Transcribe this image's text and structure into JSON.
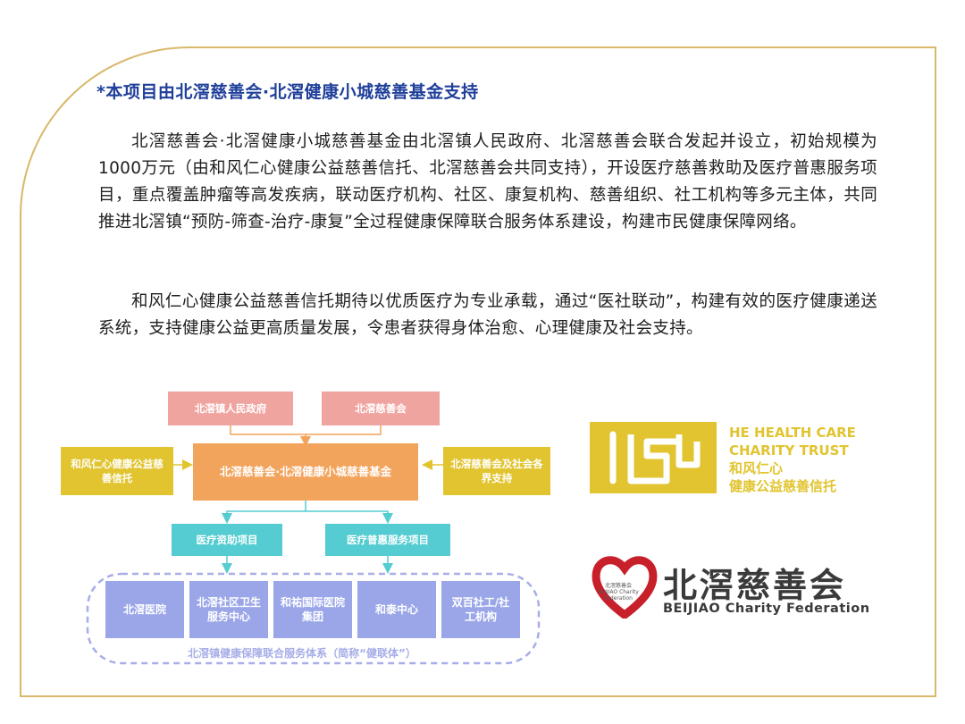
{
  "note": "*本项目由北滘慈善会·北滘健康小城慈善基金支持",
  "paragraph1": "北滘慈善会·北滘健康小城慈善基金由北滘镇人民政府、北滘慈善会联合发起并设立，初始规模为1000万元（由和风仁心健康公益慈善信托、北滘慈善会共同支持），开设医疗慈善救助及医疗普惠服务项目，重点覆盖肿瘤等高发疾病，联动医疗机构、社区、康复机构、慈善组织、社工机构等多元主体，共同推进北滘镇“预防-筛查-治疗-康复”全过程健康保障联合服务体系建设，构建市民健康保障网络。",
  "paragraph2": "和风仁心健康公益慈善信托期待以优质医疗为专业承载，通过“医社联动”，构建有效的医疗健康递送系统，支持健康公益更高质量发展，令患者获得身体治愈、心理健康及社会支持。",
  "diagram": {
    "gov": "北滘镇人民政府",
    "charity": "北滘慈善会",
    "fund": "北滘慈善会·北滘健康小城慈善基金",
    "left_support": "和风仁心健康公益慈善信托",
    "right_support": "北滘慈善会及社会各界支持",
    "project1": "医疗资助项目",
    "project2": "医疗普惠服务项目",
    "members": [
      "北滘医院",
      "北滘社区卫生服务中心",
      "和祐国际医院集团",
      "和泰中心",
      "双百社工/社工机构"
    ],
    "network_label": "北滘镇健康保障联合服务体系（简称“健联体”）"
  },
  "logo_he": {
    "line1": "HE HEALTH CARE",
    "line2": "CHARITY TRUST",
    "line3": "和风仁心",
    "line4": "健康公益慈善信托"
  },
  "logo_bj": {
    "zh": "北滘慈善会",
    "en": "BEIJIAO Charity Federation",
    "heart_text": "北滘慈善会 BEIJIAO Charity Federation"
  },
  "colors": {
    "frame": "#d8b86a",
    "note_blue": "#1f3f9a",
    "pink": "#f0a4a0",
    "orange": "#f3a45c",
    "yellow": "#e1c42f",
    "cyan": "#54ccd1",
    "lavender": "#9aa6e8",
    "heart_red": "#c8202a"
  }
}
